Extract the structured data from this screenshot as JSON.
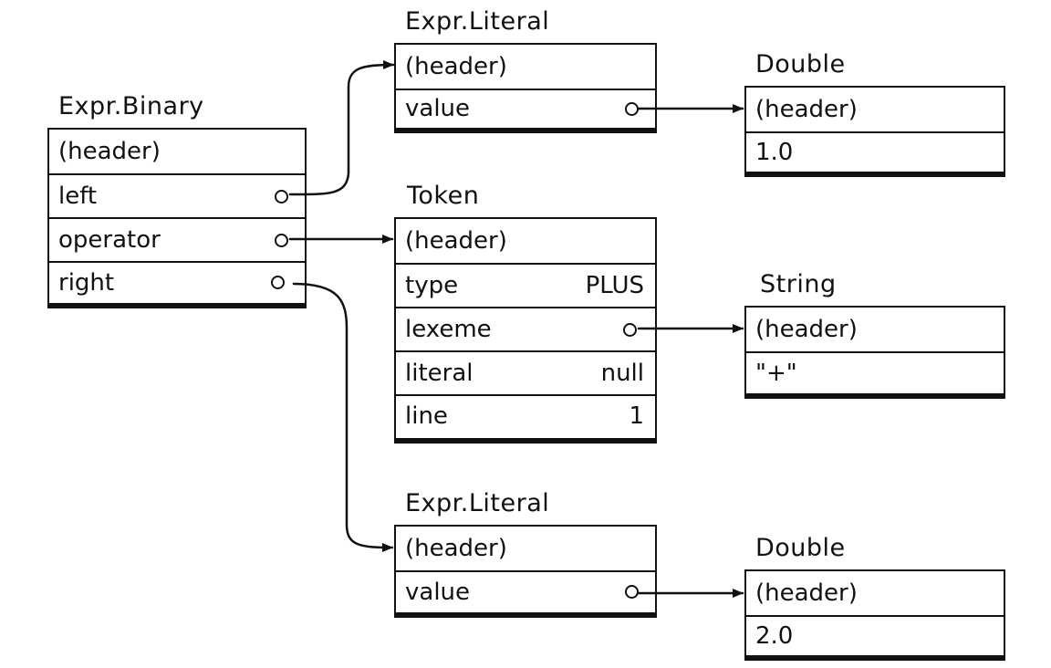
{
  "objects": {
    "binary": {
      "title": "Expr.Binary",
      "rows": {
        "header": "(header)",
        "left": "left",
        "operator": "operator",
        "right": "right"
      }
    },
    "literal_top": {
      "title": "Expr.Literal",
      "rows": {
        "header": "(header)",
        "value": "value"
      }
    },
    "double_top": {
      "title": "Double",
      "rows": {
        "header": "(header)",
        "value": "1.0"
      }
    },
    "token": {
      "title": "Token",
      "rows": {
        "header": "(header)",
        "type_label": "type",
        "type_value": "PLUS",
        "lexeme_label": "lexeme",
        "literal_label": "literal",
        "literal_value": "null",
        "line_label": "line",
        "line_value": "1"
      }
    },
    "string": {
      "title": "String",
      "rows": {
        "header": "(header)",
        "value": "\"+\""
      }
    },
    "literal_bottom": {
      "title": "Expr.Literal",
      "rows": {
        "header": "(header)",
        "value": "value"
      }
    },
    "double_bottom": {
      "title": "Double",
      "rows": {
        "header": "(header)",
        "value": "2.0"
      }
    }
  },
  "colors": {
    "ink": "#111111",
    "background": "#ffffff"
  }
}
